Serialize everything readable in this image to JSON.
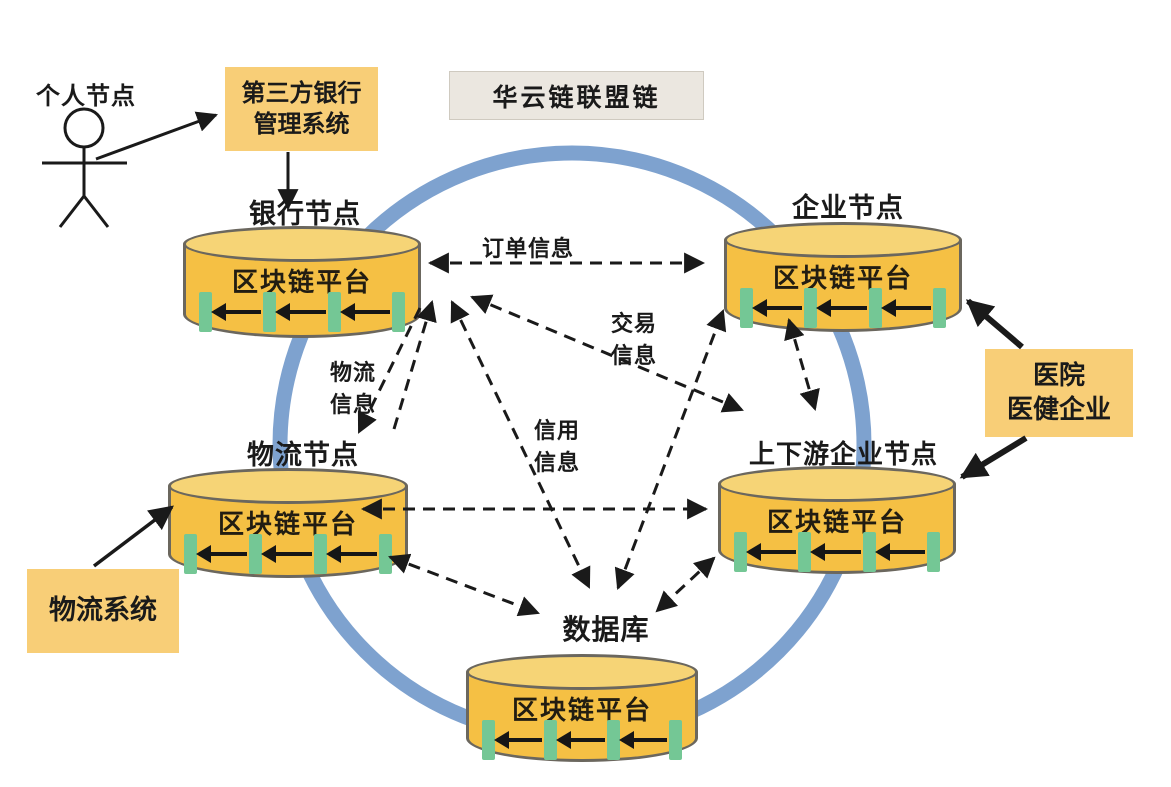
{
  "diagram_title": "华云链联盟链",
  "person_node": {
    "label": "个人节点"
  },
  "external_systems": {
    "third_party_bank_system": {
      "label": "第三方银行\n管理系统"
    },
    "hospital_enterprise": {
      "label": "医院\n医健企业"
    },
    "logistics_system": {
      "label": "物流系统"
    }
  },
  "nodes": {
    "bank": {
      "label": "银行节点",
      "platform": "区块链平台"
    },
    "enterprise": {
      "label": "企业节点",
      "platform": "区块链平台"
    },
    "logistics": {
      "label": "物流节点",
      "platform": "区块链平台"
    },
    "supply_chain": {
      "label": "上下游企业节点",
      "platform": "区块链平台"
    },
    "database": {
      "label": "数据库",
      "platform": "区块链平台"
    }
  },
  "edge_labels": {
    "order_info": "订单信息",
    "trade_info": "交易\n信息",
    "logistics_info": "物流\n信息",
    "credit_info": "信用\n信息"
  },
  "colors": {
    "cylinder_body": "#F5C044",
    "cylinder_top": "#F6D476",
    "tag_box": "#F8CE77",
    "title_box": "#EBE7E0",
    "ring": "#7EA2CF",
    "chain_bar": "#74C795",
    "arrow": "#1a1a1a"
  }
}
